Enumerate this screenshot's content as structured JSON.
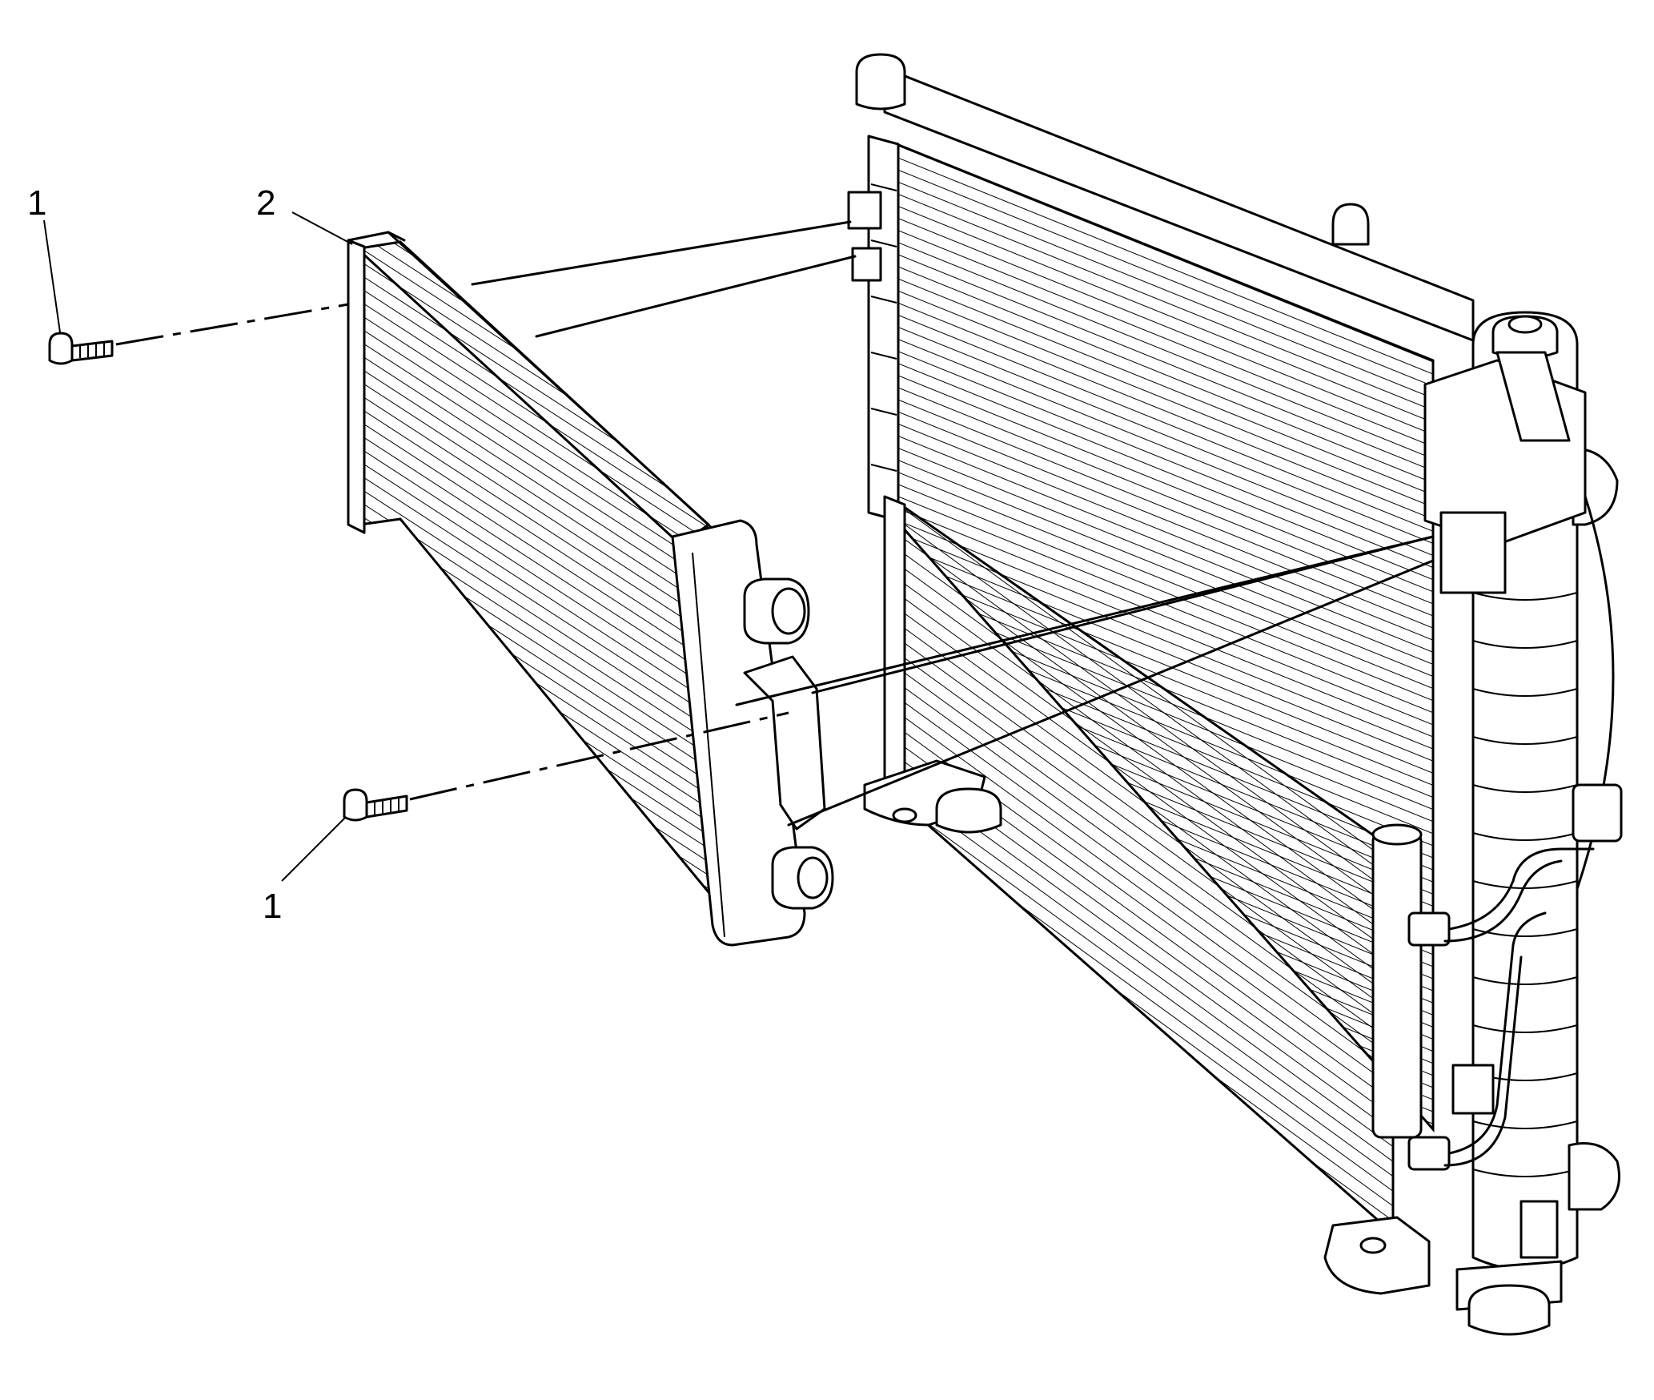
{
  "callouts": {
    "bolt_upper": "1",
    "cooler": "2",
    "bolt_lower": "1"
  },
  "colors": {
    "line": "#000000",
    "background": "#ffffff"
  }
}
